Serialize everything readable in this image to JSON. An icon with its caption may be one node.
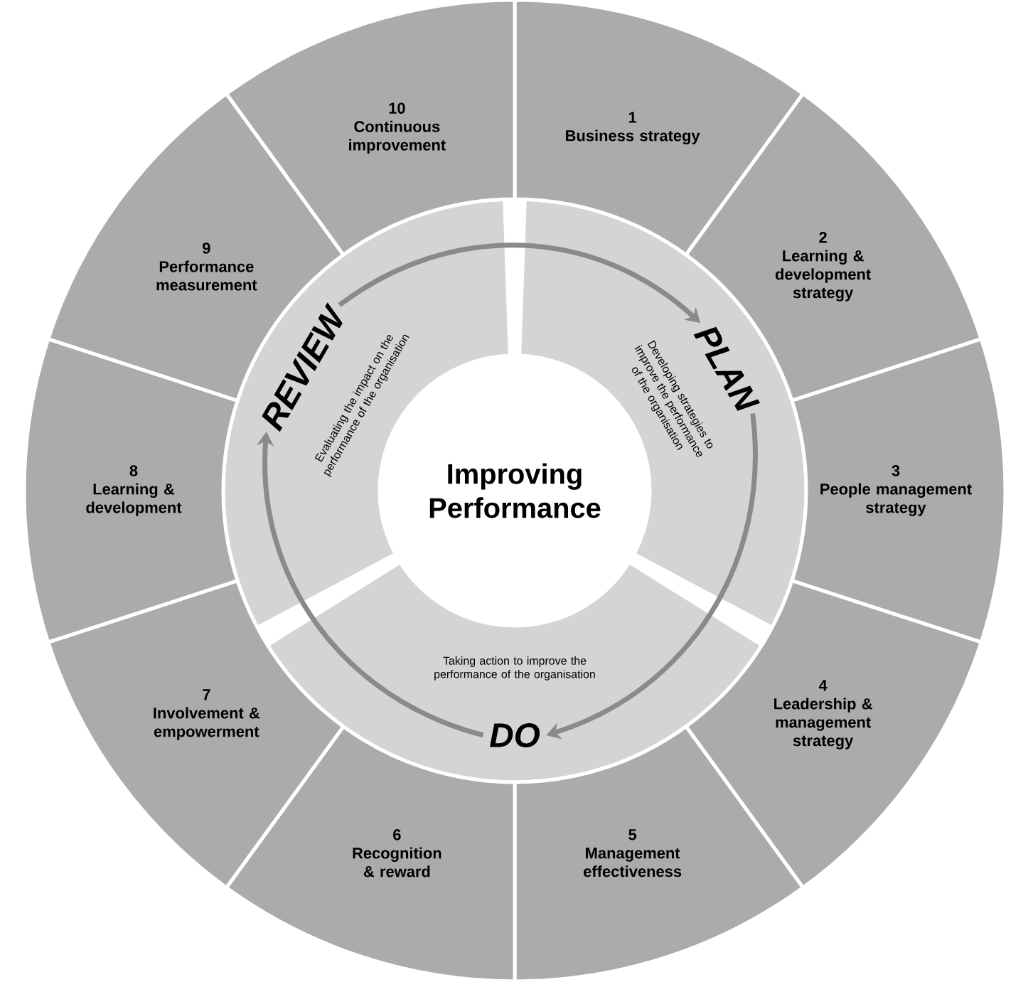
{
  "diagram": {
    "nodes": [
      {
        "text": [
          "Improving Performance"
        ]
      },
      {
        "text": [
          "PLAN",
          "Developing strategies to improve the performance of the organisation"
        ]
      },
      {
        "text": [
          "Taking action to improve the performance of the organisation",
          "DO"
        ]
      },
      {
        "text": [
          "REVIEW",
          "Evaluating the impact on the performance of the organisation"
        ]
      },
      {
        "text": [
          "1",
          "Business strategy"
        ]
      },
      {
        "text": [
          "2",
          "Learning & development strategy"
        ]
      },
      {
        "text": [
          "3",
          "People management strategy"
        ]
      },
      {
        "text": [
          "4",
          "Leadership & management strategy"
        ]
      },
      {
        "text": [
          "5",
          "Management effectiveness"
        ]
      },
      {
        "text": [
          "6",
          "Recognition & reward"
        ]
      },
      {
        "text": [
          "7",
          "Involvement & empowerment"
        ]
      },
      {
        "text": [
          "8",
          "Learning & development"
        ]
      },
      {
        "text": [
          "9",
          "Performance measurement"
        ]
      },
      {
        "text": [
          "10",
          "Continuous improvement"
        ]
      }
    ],
    "edges": [
      {
        "from": 3,
        "to": 1,
        "arrow": "to"
      },
      {
        "from": 1,
        "to": 2,
        "arrow": "to"
      },
      {
        "from": 2,
        "to": 3,
        "arrow": "to"
      }
    ]
  }
}
